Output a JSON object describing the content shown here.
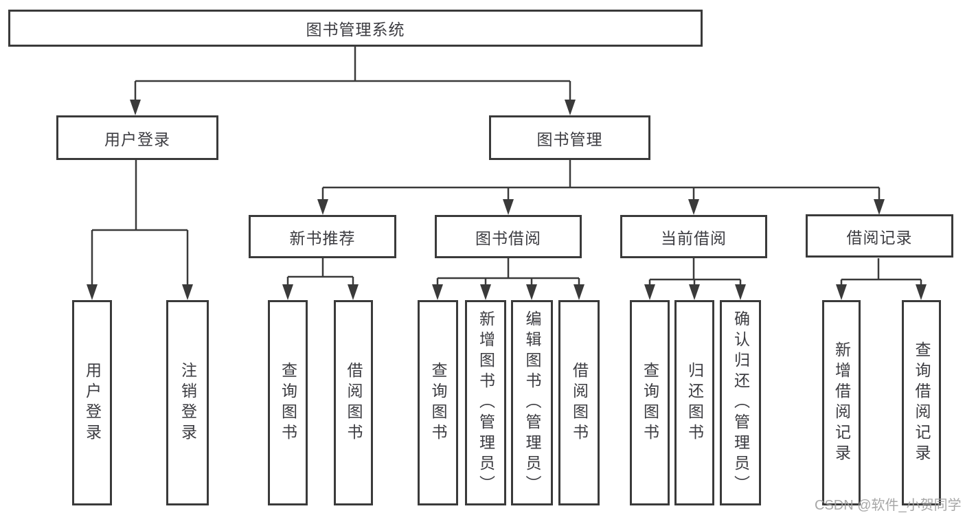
{
  "diagram": {
    "title": "图书管理系统",
    "branches": [
      {
        "label": "用户登录",
        "children": [
          "用户登录",
          "注销登录"
        ]
      },
      {
        "label": "图书管理",
        "children": [
          {
            "label": "新书推荐",
            "children": [
              "查询图书",
              "借阅图书"
            ]
          },
          {
            "label": "图书借阅",
            "children": [
              "查询图书",
              "新增图书（管理员）",
              "编辑图书（管理员）",
              "借阅图书"
            ]
          },
          {
            "label": "当前借阅",
            "children": [
              "查询图书",
              "归还图书",
              "确认归还（管理员）"
            ]
          },
          {
            "label": "借阅记录",
            "children": [
              "新增借阅记录",
              "查询借阅记录"
            ]
          }
        ]
      }
    ]
  },
  "watermark": "CSDN @软件_小贺同学",
  "colors": {
    "line": "#3a3a3a",
    "text": "#3c3c41",
    "watermark": "#a0a0a0",
    "background": "#ffffff"
  }
}
